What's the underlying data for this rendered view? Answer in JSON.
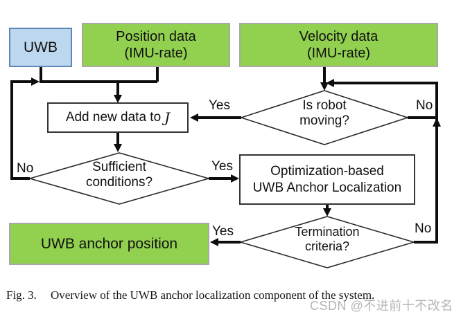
{
  "figure": {
    "caption_prefix": "Fig. 3.",
    "caption_text": "Overview of the UWB anchor localization component of the system.",
    "watermark": "CSDN @不进前十不改名"
  },
  "colors": {
    "node_green": "#92d050",
    "node_green_border": "#a8a8a8",
    "node_blue": "#bdd7ee",
    "node_blue_border": "#5b87b5",
    "line": "#0d0d0d"
  },
  "nodes": {
    "uwb": {
      "label": "UWB"
    },
    "position_data": {
      "line1": "Position data",
      "line2": "(IMU-rate)"
    },
    "velocity_data": {
      "line1": "Velocity data",
      "line2": "(IMU-rate)"
    },
    "add_data": {
      "text": "Add new data to",
      "symbol": "J"
    },
    "is_moving": {
      "line1": "Is robot",
      "line2": "moving?"
    },
    "sufficient": {
      "line1": "Sufficient",
      "line2": "conditions?"
    },
    "optimization": {
      "line1": "Optimization-based",
      "line2": "UWB Anchor Localization"
    },
    "termination": {
      "line1": "Termination",
      "line2": "criteria?"
    },
    "anchor_position": {
      "label": "UWB anchor position"
    }
  },
  "edge_labels": {
    "moving_yes": "Yes",
    "moving_no": "No",
    "sufficient_yes": "Yes",
    "sufficient_no": "No",
    "termination_yes": "Yes",
    "termination_no": "No"
  }
}
